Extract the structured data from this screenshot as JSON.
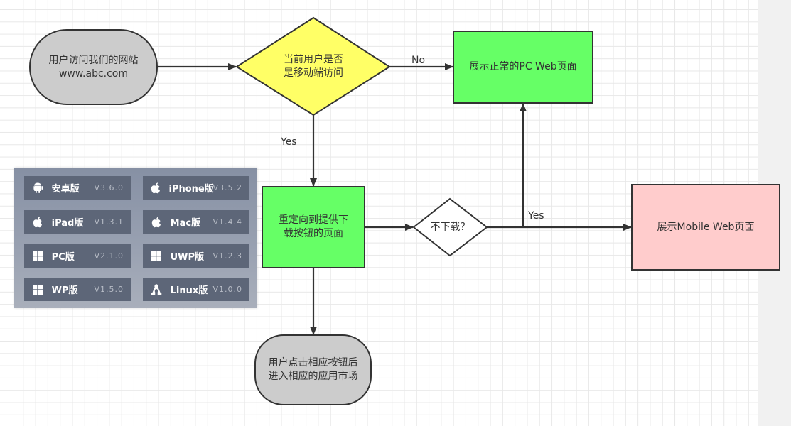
{
  "diagram": {
    "nodes": {
      "start": {
        "lines": [
          "用户访问我们的网站",
          "www.abc.com"
        ],
        "shape": "stadium",
        "fill": "#cccccc"
      },
      "decision_mobile": {
        "lines": [
          "当前用户是否",
          "是移动端访问"
        ],
        "shape": "diamond",
        "fill": "#ffff66"
      },
      "pc_web": {
        "lines": [
          "展示正常的PC Web页面"
        ],
        "shape": "rect",
        "fill": "#66ff66"
      },
      "redirect": {
        "lines": [
          "重定向到提供下",
          "载按钮的页面"
        ],
        "shape": "rect",
        "fill": "#66ff66"
      },
      "decision_download": {
        "lines": [
          "不下载？"
        ],
        "shape": "diamond",
        "fill": "#ffffff"
      },
      "mobile_web": {
        "lines": [
          "展示Mobile Web页面"
        ],
        "shape": "rect",
        "fill": "#ffcccc"
      },
      "app_store": {
        "lines": [
          "用户点击相应按钮后",
          "进入相应的应用市场"
        ],
        "shape": "stadium",
        "fill": "#cccccc"
      }
    },
    "edges": [
      {
        "from": "start",
        "to": "decision_mobile",
        "label": ""
      },
      {
        "from": "decision_mobile",
        "to": "pc_web",
        "label": "No"
      },
      {
        "from": "decision_mobile",
        "to": "redirect",
        "label": "Yes"
      },
      {
        "from": "redirect",
        "to": "decision_download",
        "label": ""
      },
      {
        "from": "decision_download",
        "to": "mobile_web",
        "label": "Yes"
      },
      {
        "from": "decision_download",
        "to": "pc_web",
        "label": ""
      },
      {
        "from": "redirect",
        "to": "app_store",
        "label": ""
      }
    ],
    "edge_labels": {
      "no": "No",
      "yes_down": "Yes",
      "yes_right": "Yes"
    },
    "colors": {
      "stroke": "#333333",
      "grid": "#e8e8e8"
    }
  },
  "version_panel": {
    "items": [
      {
        "icon": "android-icon",
        "name": "安卓版",
        "version": "V3.6.0"
      },
      {
        "icon": "apple-icon",
        "name": "iPhone版",
        "version": "V3.5.2"
      },
      {
        "icon": "apple-icon",
        "name": "iPad版",
        "version": "V1.3.1"
      },
      {
        "icon": "apple-icon",
        "name": "Mac版",
        "version": "V1.4.4"
      },
      {
        "icon": "windows-icon",
        "name": "PC版",
        "version": "V2.1.0"
      },
      {
        "icon": "windows-icon",
        "name": "UWP版",
        "version": "V1.2.3"
      },
      {
        "icon": "windows-icon",
        "name": "WP版",
        "version": "V1.5.0"
      },
      {
        "icon": "linux-icon",
        "name": "Linux版",
        "version": "V1.0.0"
      }
    ]
  }
}
